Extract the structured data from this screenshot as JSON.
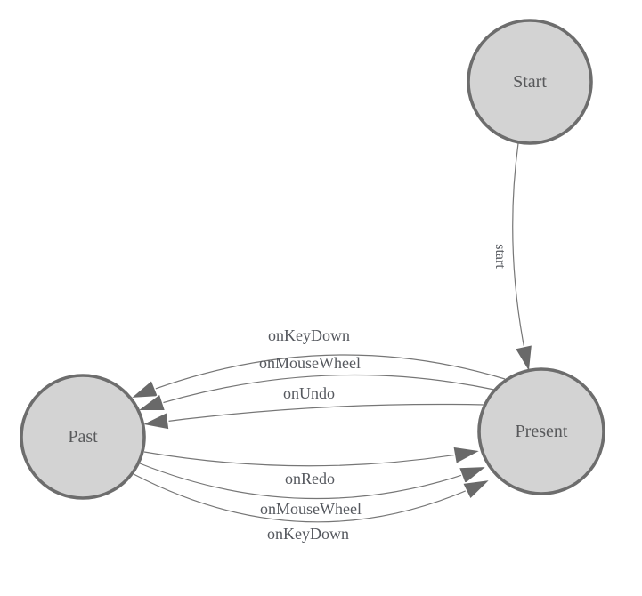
{
  "diagram": {
    "type": "state-machine",
    "nodes": [
      {
        "id": "start",
        "label": "Start"
      },
      {
        "id": "past",
        "label": "Past"
      },
      {
        "id": "present",
        "label": "Present"
      }
    ],
    "edges": [
      {
        "from": "start",
        "to": "present",
        "label": "start"
      },
      {
        "from": "present",
        "to": "past",
        "label": "onKeyDown"
      },
      {
        "from": "present",
        "to": "past",
        "label": "onMouseWheel"
      },
      {
        "from": "present",
        "to": "past",
        "label": "onUndo"
      },
      {
        "from": "past",
        "to": "present",
        "label": "onRedo"
      },
      {
        "from": "past",
        "to": "present",
        "label": "onMouseWheel"
      },
      {
        "from": "past",
        "to": "present",
        "label": "onKeyDown"
      }
    ],
    "colors": {
      "background": "#ffffff",
      "node_fill": "#d3d3d3",
      "node_border": "#6d6d6d",
      "edge_line": "#767676",
      "arrow_fill": "#696969",
      "label_text": "#55585e"
    }
  }
}
